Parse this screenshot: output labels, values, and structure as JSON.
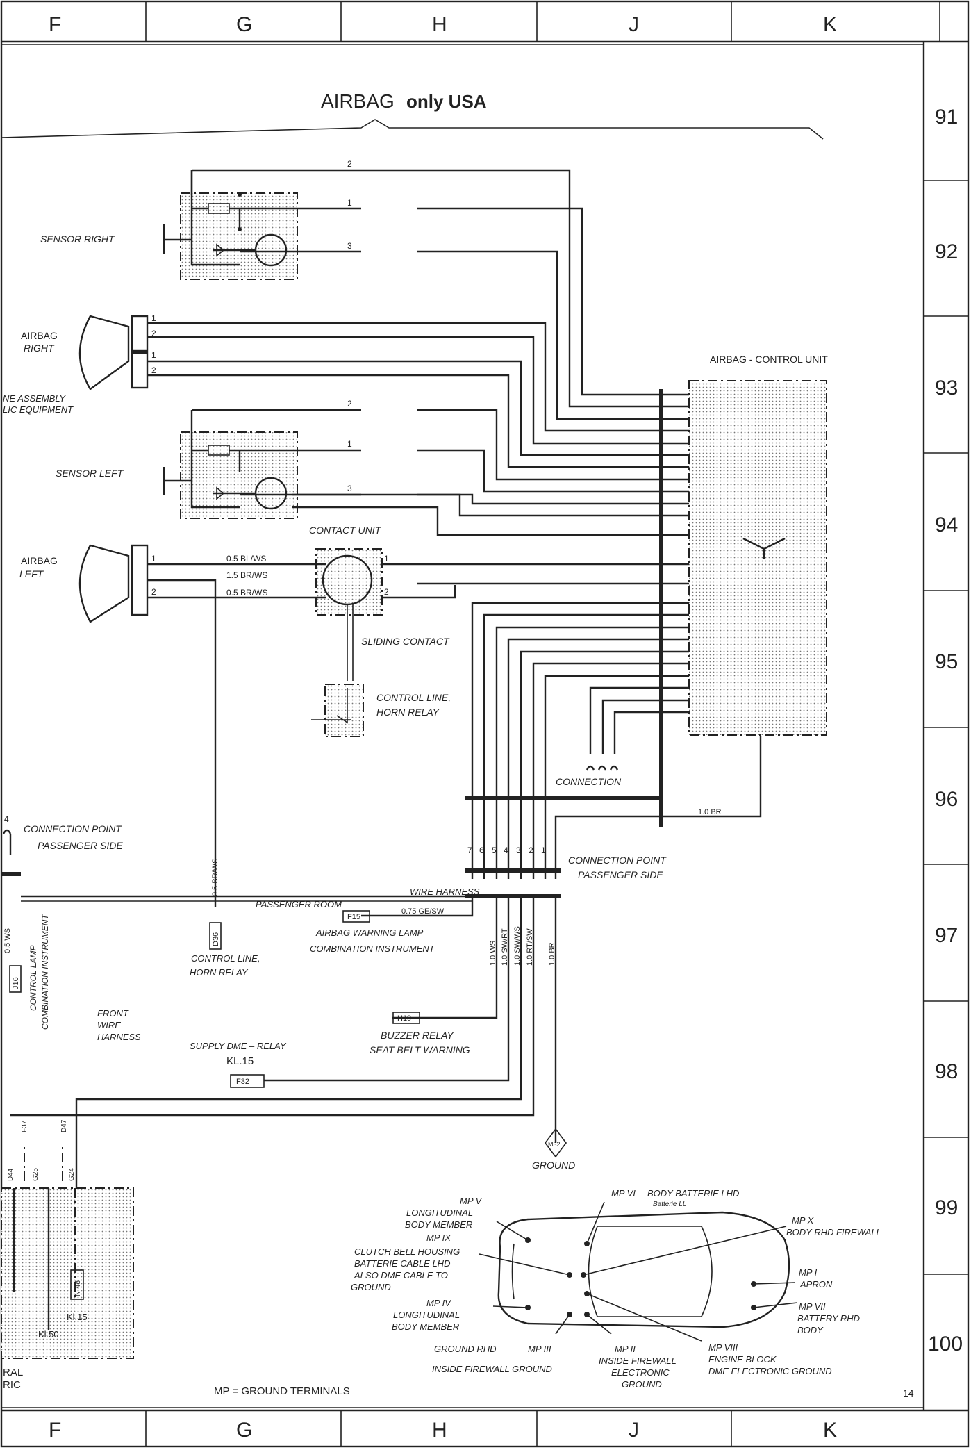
{
  "frame": {
    "columns": [
      "F",
      "G",
      "H",
      "J",
      "K"
    ],
    "rows": [
      "91",
      "92",
      "93",
      "94",
      "95",
      "96",
      "97",
      "98",
      "99",
      "100"
    ],
    "page_number": "14"
  },
  "title": {
    "main": "AIRBAG",
    "sub": "only USA"
  },
  "components": {
    "sensor_right": "SENSOR   RIGHT",
    "sensor_left": "SENSOR   LEFT",
    "airbag_right_1": "AIRBAG",
    "airbag_right_2": "RIGHT",
    "airbag_left_1": "AIRBAG",
    "airbag_left_2": "LEFT",
    "line_assembly_1": "NE ASSEMBLY",
    "line_assembly_2": "LIC EQUIPMENT",
    "control_unit": "AIRBAG -  CONTROL UNIT",
    "contact_unit": "CONTACT UNIT",
    "sliding_contact": "SLIDING CONTACT",
    "horn_relay_1": "CONTROL LINE,",
    "horn_relay_2": "HORN RELAY",
    "connection": "CONNECTION",
    "conn_point_right_1": "CONNECTION POINT",
    "conn_point_right_2": "PASSENGER SIDE",
    "conn_point_left_1": "CONNECTION POINT",
    "conn_point_left_2": "PASSENGER SIDE",
    "wire_harness_1": "WIRE HARNESS",
    "wire_harness_2": "PASSENGER ROOM",
    "warning_lamp_1": "AIRBAG WARNING LAMP",
    "warning_lamp_2": "COMBINATION INSTRUMENT",
    "control_line_bottom_1": "CONTROL LINE,",
    "control_line_bottom_2": "HORN RELAY",
    "buzzer_1": "BUZZER RELAY",
    "buzzer_2": "SEAT BELT WARNING",
    "supply_dme": "SUPPLY DME – RELAY",
    "kl15_top": "KL.15",
    "front_wire_1": "FRONT",
    "front_wire_2": "WIRE",
    "front_wire_3": "HARNESS",
    "control_lamp_1": "CONTROL LAMP",
    "control_lamp_2": "COMBINATION INSTRUMENT",
    "ground": "GROUND",
    "kl15_bottom": "Kl.15",
    "kl50": "Kl.50",
    "central_1": "RAL",
    "central_2": "RIC",
    "ground_terminals": "MP = GROUND TERMINALS"
  },
  "codes": {
    "f15": "F15",
    "d36": "D36",
    "h19": "H19",
    "f32": "F32",
    "j16": "J16",
    "m32": "M32",
    "n48": "N 48",
    "d44": "D44",
    "g25": "G25",
    "g24": "G24",
    "d47": "D47",
    "f37": "F37"
  },
  "wires": {
    "w1": "0.5   BL/WS",
    "w2": "1.5   BR/WS",
    "w3": "0.5   BR/WS",
    "ge_sw": "0.75 GE/SW",
    "br_ws_vert": "0.5 BR/WS",
    "ws_vert": "0.5   WS",
    "br_10": "1.0  BR",
    "c_ws": "1.0 WS",
    "c_swrt": "1.0 SW/RT",
    "c_swws": "1.0 SW/WS",
    "c_rtsw": "1.0 RT/SW",
    "c_br": "1.0 BR"
  },
  "pins": {
    "p1": "1",
    "p2": "2",
    "p3": "3",
    "p4": "4",
    "p5": "5",
    "p6": "6",
    "p7": "7"
  },
  "ground_points": {
    "mp5_1": "MP V",
    "mp5_2": "LONGITUDINAL",
    "mp5_3": "BODY MEMBER",
    "mp9_1": "MP IX",
    "mp9_2": "CLUTCH BELL HOUSING",
    "mp9_3": "BATTERIE CABLE LHD",
    "mp9_4": "ALSO DME CABLE TO",
    "mp9_5": "GROUND",
    "mp4_1": "MP IV",
    "mp4_2": "LONGITUDINAL",
    "mp4_3": "BODY MEMBER",
    "ground_rhd": "GROUND RHD",
    "mp3_1": "MP III",
    "mp3_2": "INSIDE FIREWALL GROUND",
    "mp2_1": "MP II",
    "mp2_2": "INSIDE FIREWALL",
    "mp2_3": "ELECTRONIC",
    "mp2_4": "GROUND",
    "mp8_1": "MP VIII",
    "mp8_2": "ENGINE BLOCK",
    "mp8_3": "DME ELECTRONIC GROUND",
    "mp6_1": "MP VI",
    "mp6_2": "BODY BATTERIE LHD",
    "mp6_3": "Batterie LL",
    "mpx_1": "MP X",
    "mpx_2": "BODY RHD FIREWALL",
    "mp1_1": "MP I",
    "mp1_2": "APRON",
    "mp7_1": "MP VII",
    "mp7_2": "BATTERY RHD",
    "mp7_3": "BODY"
  }
}
